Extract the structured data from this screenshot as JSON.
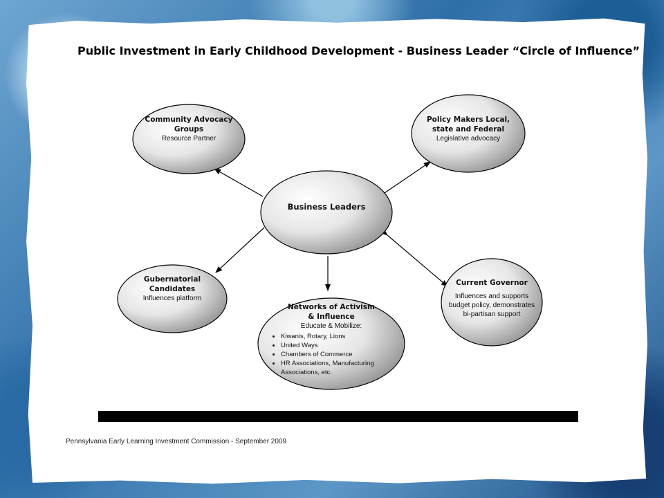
{
  "title": "Public Investment in Early Childhood Development - Business Leader “Circle of Influence”",
  "nodes": {
    "center": {
      "name": "Business Leaders"
    },
    "community": {
      "name": "Community Advocacy Groups",
      "desc": "Resource Partner"
    },
    "policy": {
      "name": "Policy Makers Local, state and Federal",
      "desc": "Legislative advocacy"
    },
    "gubernatorial": {
      "name": "Gubernatorial Candidates",
      "desc": "Influences platform"
    },
    "governor": {
      "name": "Current Governor",
      "desc": "Influences and supports budget policy, demonstrates bi-partisan support"
    },
    "networks": {
      "name": "Networks of Activism & Influence",
      "desc": "Educate & Mobilize:",
      "items": [
        "Kiwanis, Rotary, Lions",
        "United Ways",
        "Chambers of Commerce",
        "HR Associations, Manufacturing Associations, etc."
      ]
    }
  },
  "footer": "Pennsylvania Early Learning Investment Commission - September 2009"
}
